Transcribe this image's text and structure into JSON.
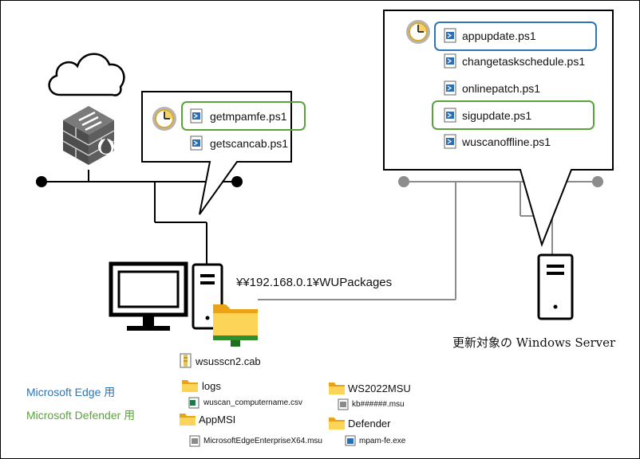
{
  "share_path": "¥¥192.168.0.1¥WUPackages",
  "server_label": "更新対象の Windows Server",
  "client_scripts": [
    "getmpamfe.ps1",
    "getscancab.ps1"
  ],
  "server_scripts": [
    "appupdate.ps1",
    "changetaskschedule.ps1",
    "onlinepatch.ps1",
    "sigupdate.ps1",
    "wuscanoffline.ps1"
  ],
  "share": {
    "cab": "wsusscn2.cab",
    "logs_folder": "logs",
    "logs_file": "wuscan_computername.csv",
    "appmsi_folder": "AppMSI",
    "appmsi_file": "MicrosoftEdgeEnterpriseX64.msu",
    "ws_folder": "WS2022MSU",
    "ws_file": "kb######.msu",
    "def_folder": "Defender",
    "def_file": "mpam-fe.exe"
  },
  "legend": {
    "edge": "Microsoft Edge 用",
    "defender": "Microsoft Defender 用"
  },
  "colors": {
    "edge": "#2e75b6",
    "defender": "#5aa33a",
    "network_gray": "#8c8c8c"
  }
}
